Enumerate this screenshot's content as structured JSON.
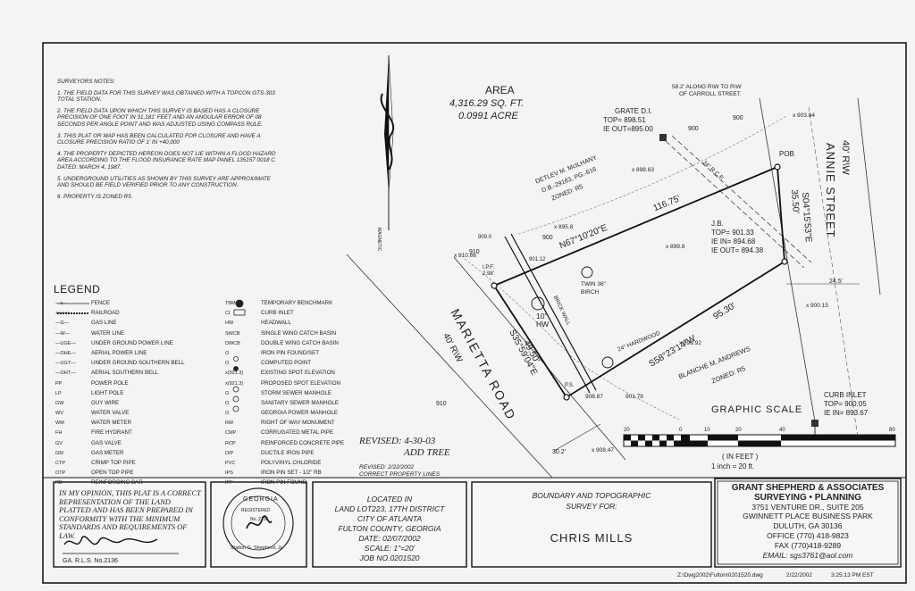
{
  "notes": {
    "title": "SURVEYORS NOTES:",
    "items": [
      "1. THE FIELD DATA FOR THIS SURVEY WAS OBTAINED WITH A TOPCON GTS-303 TOTAL STATION.",
      "2. THE FIELD DATA UPON WHICH THIS SURVEY IS BASED HAS A CLOSURE PRECISION OF ONE FOOT IN 31,181' FEET AND AN ANGULAR ERROR OF 08 SECONDS PER ANGLE POINT AND WAS ADJUSTED USING COMPASS RULE.",
      "3. THIS PLAT OR MAP HAS BEEN CALCULATED FOR CLOSURE AND HAVE A CLOSURE PRECISION RATIO OF 1' IN +40,000",
      "4. THE PROPERTY DEPICTED HEREON DOES NOT LIE WITHIN A FLOOD HAZARD AREA ACCORDING TO THE FLOOD INSURANCE RATE MAP PANEL 135157 0018 C DATED: MARCH 4, 1987.",
      "5. UNDERGROUND UTILITIES AS SHOWN BY THIS SURVEY ARE APPROXIMATE AND SHOULD BE FIELD VERIFIED PRIOR TO ANY CONSTRUCTION.",
      "6. PROPERTY IS ZONED R5."
    ]
  },
  "area": {
    "label": "AREA",
    "sqft": "4,316.29 SQ. FT.",
    "acre": "0.0991 ACRE"
  },
  "north_label": "MAGNETIC",
  "plat": {
    "along_rw": "58.2' ALONG R\\W TO R\\W",
    "of_street": "OF CARROLL STREET.",
    "grate_di": "GRATE D.I.",
    "grate_top": "TOP= 898.51",
    "grate_ie": "IE OUT=895.00",
    "owner1_name": "DETLEV M. McILHANY",
    "owner1_db": "D.B.-29163, PG.-616",
    "owner1_zone": "ZONED: R5",
    "north_bearing": "N67°10'20\"E",
    "north_dist": "116.75'",
    "east_bearing": "S04°15'53\"E",
    "east_dist": "35.50'",
    "south_bearing": "S58°23'14\"W",
    "south_dist": "95.30'",
    "west_bearing": "S35°59'04\"E",
    "west_dist": "49.50'",
    "jb": "J.B.",
    "jb_top": "TOP= 901.33",
    "jb_iein": "IE IN= 894.68",
    "jb_ieout": "IE OUT= 894.38",
    "pob": "POB",
    "annie_rw": "40' R\\W",
    "annie_street": "ANNIE STREET",
    "marietta_road": "MARIETTA ROAD",
    "marietta_rw": "40' R\\W",
    "twin_birch": "TWIN 36\" BIRCH",
    "hardwood": "24\" HARDWOOD",
    "hw10": "10\" HW",
    "brick_wall": "BRICK WALL",
    "rcp": "24\" R.C.P.",
    "owner2_name": "BLANCHE M. ANDREWS",
    "owner2_zone": "ZONED: R5",
    "curb_inlet": "CURB INLET",
    "curb_top": "TOP= 900.05",
    "curb_ie": "IE IN= 893.67",
    "dim_24_5": "24.5'",
    "dim_30_2": "30.2'",
    "dim_2_98": "2.98'",
    "ipf": "I.P.F.",
    "ps": "P.S.",
    "elev": [
      "x 903.84",
      "x 898.63",
      "x 895.8",
      "x 899.8",
      "x 910.66",
      "909.0",
      "901.12",
      "x 899.92",
      "908.87",
      "901.79",
      "x 900.15",
      "x 908.47"
    ],
    "contours": [
      "900",
      "900",
      "900",
      "910",
      "910"
    ],
    "revised_hand": "REVISED: 4-30-03",
    "add_tree": "ADD TREE",
    "revised_1": "REVISED: 2/22/2002",
    "revised_2": "CORRECT PROPERTY LINES"
  },
  "scale": {
    "title": "GRAPHIC SCALE",
    "ticks": [
      "20",
      "0",
      "10",
      "20",
      "40",
      "80"
    ],
    "unit": "( IN FEET )",
    "ratio": "1 inch = 20  ft."
  },
  "legend": {
    "title": "LEGEND",
    "left": [
      [
        "—x—",
        "FENCE"
      ],
      [
        "+++++",
        "RAILROAD"
      ],
      [
        "—G—",
        "GAS LINE"
      ],
      [
        "—W—",
        "WATER LINE"
      ],
      [
        "—UGE—",
        "UNDER GROUND POWER LINE"
      ],
      [
        "—OHE—",
        "AERIAL POWER LINE"
      ],
      [
        "—UGT—",
        "UNDER GROUND SOUTHERN BELL"
      ],
      [
        "—OHT—",
        "AERIAL SOUTHERN BELL"
      ],
      [
        "PP",
        "POWER POLE"
      ],
      [
        "LP",
        "LIGHT POLE"
      ],
      [
        "GW",
        "GUY WIRE"
      ],
      [
        "WV",
        "WATER VALVE"
      ],
      [
        "WM",
        "WATER METER"
      ],
      [
        "FH",
        "FIRE HYDRANT"
      ],
      [
        "GV",
        "GAS VALVE"
      ],
      [
        "GM",
        "GAS METER"
      ],
      [
        "CTP",
        "CRIMP TOP PIPE"
      ],
      [
        "OTP",
        "OPEN TOP PIPE"
      ],
      [
        "RB",
        "REINFORCING BAR"
      ]
    ],
    "right": [
      [
        "TBM",
        "TEMPORARY BENCHMARK"
      ],
      [
        "CI",
        "CURB INLET"
      ],
      [
        "HW",
        "HEADWALL"
      ],
      [
        "SWCB",
        "SINGLE WING CATCH BASIN"
      ],
      [
        "DWCB",
        "DOUBLE WING CATCH BASIN"
      ],
      [
        "O",
        "IRON PIN FOUND/SET"
      ],
      [
        "O",
        "COMPUTED POINT"
      ],
      [
        "x(921.3)",
        "EXISTING SPOT ELEVATION"
      ],
      [
        "x(921.3)",
        "PROPOSED SPOT ELEVATION"
      ],
      [
        "O",
        "STORM SEWER MANHOLE"
      ],
      [
        "O",
        "SANITARY SEWER MANHOLE"
      ],
      [
        "O",
        "GEORGIA POWER MANHOLE"
      ],
      [
        "RW",
        "RIGHT OF WAY MONUMENT"
      ],
      [
        "CMP",
        "CORRUGATED METAL PIPE"
      ],
      [
        "RCP",
        "REINFORCED CONCRETE PIPE"
      ],
      [
        "DIP",
        "DUCTILE IRON PIPE"
      ],
      [
        "PVC",
        "POLYVINYL CHLORIDE"
      ],
      [
        "IPS",
        "IRON PIN SET - 1/2\" RB"
      ],
      [
        "IPF",
        "IRON PIN FOUND"
      ]
    ]
  },
  "title_block": {
    "certification": "IN MY OPINION, THIS PLAT IS A CORRECT REPRESENTATION OF THE LAND PLATTED AND HAS BEEN PREPARED IN CONFORMITY WITH THE MINIMUM STANDARDS AND REQUIREMENTS OF LAW.",
    "rls": "GA. R.L.S.   No.2136",
    "seal_top": "GEORGIA",
    "seal_reg": "REGISTERED",
    "seal_no": "No. 2136",
    "seal_bottom": "Station G. Shepherd, Jr.",
    "located_in": "LOCATED IN",
    "land_lot": "LAND LOT223, 17TH DISTRICT",
    "city": "CITY OF ATLANTA",
    "county": "FULTON COUNTY, GEORGIA",
    "date": "DATE: 02/07/2002",
    "scale": "SCALE: 1\"=20'",
    "job": "JOB NO.0201520",
    "survey_for_1": "BOUNDARY AND TOPOGRAPHIC",
    "survey_for_2": "SURVEY FOR:",
    "client": "CHRIS MILLS",
    "firm_1": "GRANT SHEPHERD & ASSOCIATES",
    "firm_2": "SURVEYING • PLANNING",
    "addr_1": "3751 VENTURE DR., SUITE 205",
    "addr_2": "GWINNETT PLACE BUSINESS PARK",
    "addr_3": "DULUTH, GA 30136",
    "office": "OFFICE (770) 418-9823",
    "fax": "FAX (770)418-9289",
    "email": "EMAIL: sgs3761@aol.com",
    "file_path": "Z:\\Dwg2002\\Fulton\\0201520.dwg",
    "file_date": "2/22/2002",
    "file_time": "3:25:13 PM EST"
  },
  "colors": {
    "ink": "#1a1a1a",
    "paper": "#f4f4f2",
    "border": "#222222"
  }
}
